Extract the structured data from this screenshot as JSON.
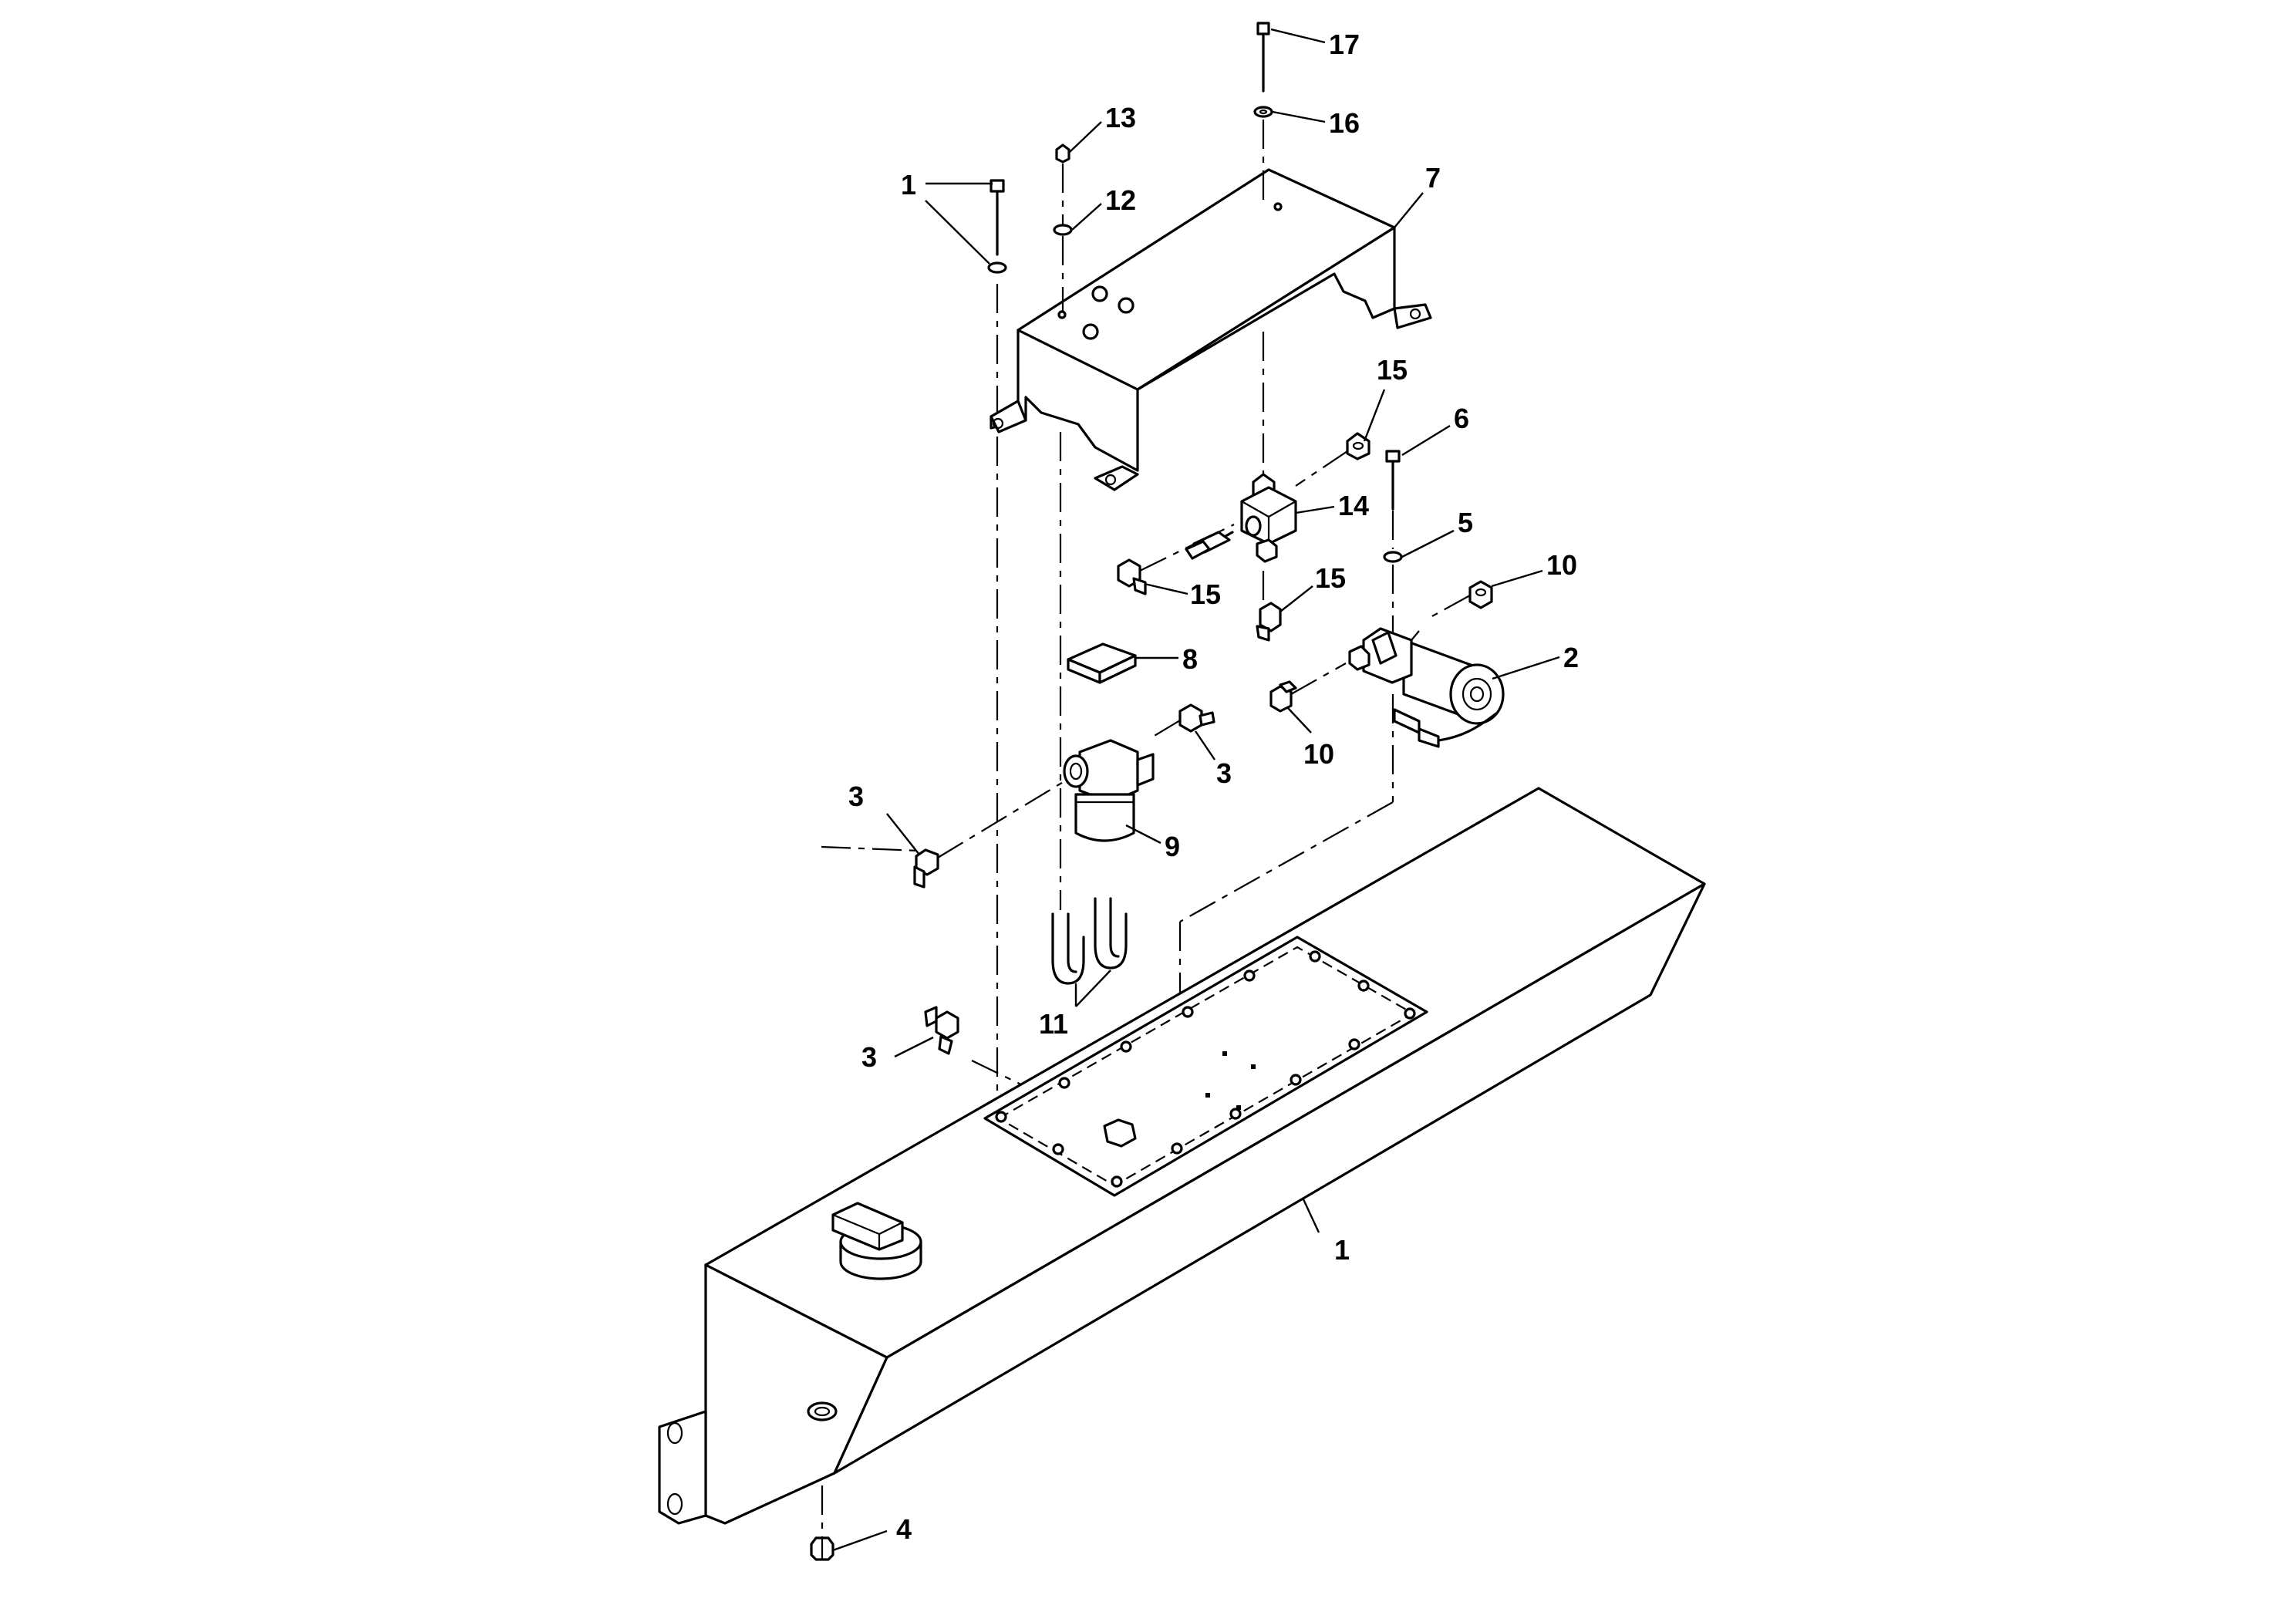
{
  "callouts": [
    {
      "id": "c17",
      "label": "17"
    },
    {
      "id": "c16",
      "label": "16"
    },
    {
      "id": "c13",
      "label": "13"
    },
    {
      "id": "c12",
      "label": "12"
    },
    {
      "id": "c1a",
      "label": "1"
    },
    {
      "id": "c7",
      "label": "7"
    },
    {
      "id": "c15a",
      "label": "15"
    },
    {
      "id": "c6",
      "label": "6"
    },
    {
      "id": "c14",
      "label": "14"
    },
    {
      "id": "c5",
      "label": "5"
    },
    {
      "id": "c10a",
      "label": "10"
    },
    {
      "id": "c15b",
      "label": "15"
    },
    {
      "id": "c15c",
      "label": "15"
    },
    {
      "id": "c8",
      "label": "8"
    },
    {
      "id": "c2",
      "label": "2"
    },
    {
      "id": "c3a",
      "label": "3"
    },
    {
      "id": "c10b",
      "label": "10"
    },
    {
      "id": "c3b",
      "label": "3"
    },
    {
      "id": "c9",
      "label": "9"
    },
    {
      "id": "c11",
      "label": "11"
    },
    {
      "id": "c3c",
      "label": "3"
    },
    {
      "id": "c1b",
      "label": "1"
    },
    {
      "id": "c4",
      "label": "4"
    }
  ]
}
